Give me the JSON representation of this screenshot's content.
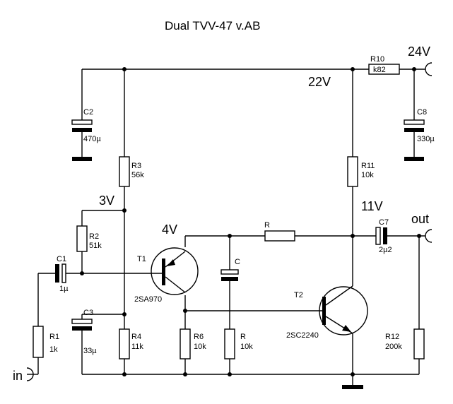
{
  "title": "Dual TVV-47 v.AB",
  "voltages": {
    "supply": "24V",
    "rail": "22V",
    "bias": "3V",
    "emitter": "4V",
    "collector": "11V"
  },
  "terminals": {
    "input": "in",
    "output": "out"
  },
  "components": {
    "C1": {
      "name": "C1",
      "value": "1µ"
    },
    "C2": {
      "name": "C2",
      "value": "470µ"
    },
    "C3": {
      "name": "C3",
      "value": "33µ"
    },
    "C7": {
      "name": "C7",
      "value": "2µ2"
    },
    "C8": {
      "name": "C8",
      "value": "330µ"
    },
    "C": {
      "name": "C"
    },
    "R1": {
      "name": "R1",
      "value": "1k"
    },
    "R2": {
      "name": "R2",
      "value": "51k"
    },
    "R3": {
      "name": "R3",
      "value": "56k"
    },
    "R4": {
      "name": "R4",
      "value": "11k"
    },
    "R6": {
      "name": "R6",
      "value": "10k"
    },
    "R10": {
      "name": "R10",
      "value": "k82"
    },
    "R11": {
      "name": "R11",
      "value": "10k"
    },
    "R12": {
      "name": "R12",
      "value": "200k"
    },
    "R": {
      "name": "R"
    },
    "Rb": {
      "name": "R",
      "value": "10k"
    },
    "T1": {
      "name": "T1",
      "value": "2SA970"
    },
    "T2": {
      "name": "T2",
      "value": "2SC2240"
    }
  }
}
